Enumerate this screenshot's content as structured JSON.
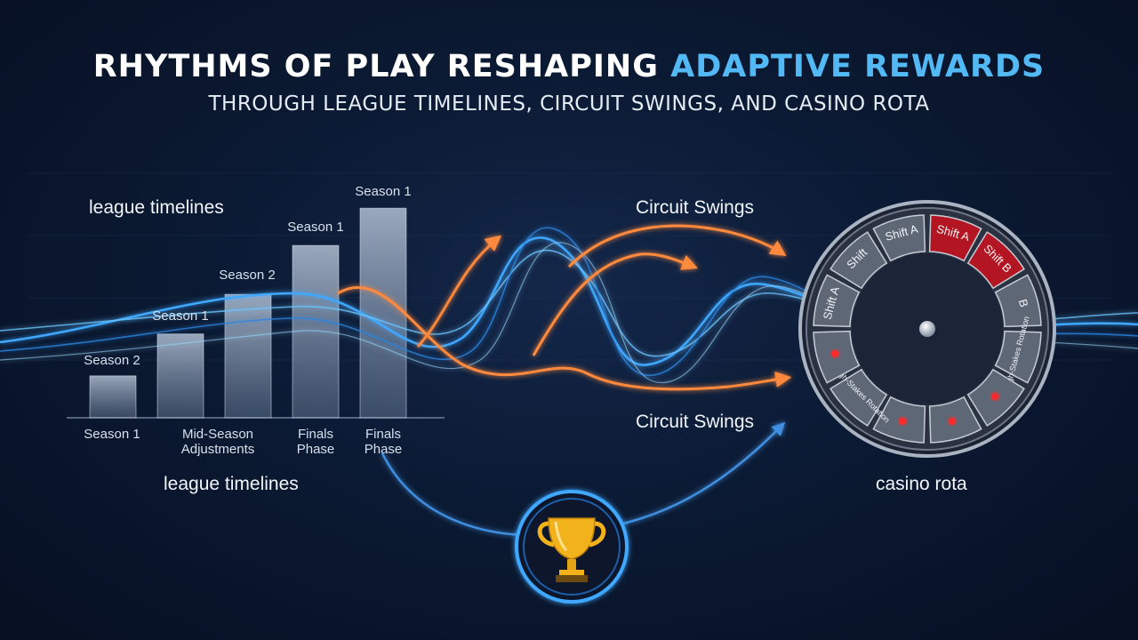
{
  "header": {
    "title_white": "RHYTHMS OF PLAY RESHAPING",
    "title_accent": "ADAPTIVE REWARDS",
    "subtitle": "THROUGH LEAGUE TIMELINES, CIRCUIT SWINGS, AND CASINO ROTA"
  },
  "league": {
    "label_top": "league timelines",
    "label_bottom": "league timelines",
    "bars": [
      {
        "top_label": "Season 2",
        "level": 0.18
      },
      {
        "top_label": "Season 1",
        "level": 0.36
      },
      {
        "top_label": "Season 2",
        "level": 0.53
      },
      {
        "top_label": "Season 1",
        "level": 0.74
      },
      {
        "top_label": "Season 1",
        "level": 0.9
      }
    ],
    "phases": [
      "Season 1",
      "Mid-Season Adjustments",
      "Finals Phase",
      "Finals Phase"
    ]
  },
  "circuit": {
    "label_top": "Circuit Swings",
    "label_bottom": "Circuit Swings"
  },
  "casino": {
    "label": "casino rota",
    "segments": [
      {
        "text": "Shift",
        "highlight": false
      },
      {
        "text": "Shift A",
        "highlight": false
      },
      {
        "text": "Shift A",
        "highlight": true
      },
      {
        "text": "Shift B",
        "highlight": true
      },
      {
        "text": "B",
        "highlight": false
      },
      {
        "text": "High-Stakes Rotation",
        "highlight": false
      },
      {
        "text": "",
        "highlight": false
      },
      {
        "text": "",
        "highlight": false
      },
      {
        "text": "",
        "highlight": false
      },
      {
        "text": "High-Stakes Rotation",
        "highlight": false
      },
      {
        "text": "",
        "highlight": false
      },
      {
        "text": "Shift A",
        "highlight": false
      }
    ]
  },
  "colors": {
    "accent_blue": "#52b9f5",
    "wave_blue": "#3fa8ff",
    "arrow_orange": "#ff8a3c",
    "highlight_red": "#b31622"
  },
  "icons": {
    "trophy": "trophy-icon"
  }
}
